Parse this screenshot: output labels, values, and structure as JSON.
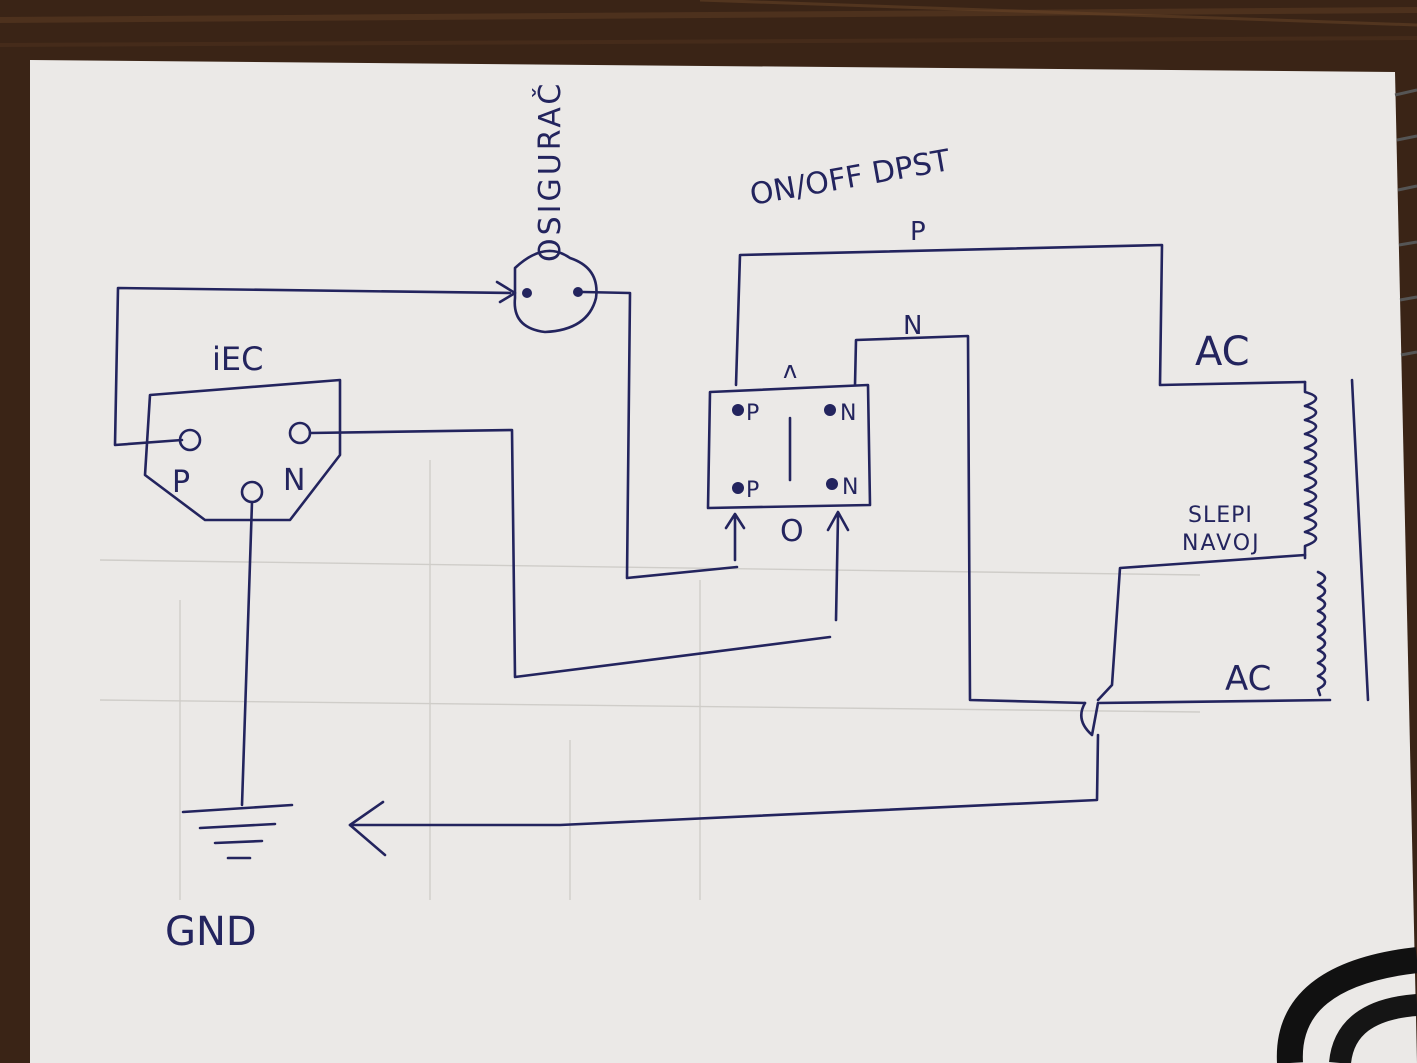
{
  "labels": {
    "fuse": "OSIGURAČ",
    "switch_title": "ON/OFF DPST",
    "iec": "iEC",
    "iec_p": "P",
    "iec_n": "N",
    "wire_p": "P",
    "wire_n": "N",
    "switch_on_mark": "ʌ",
    "switch_off_mark": "O",
    "terminal_p": "P",
    "terminal_n": "N",
    "ac_top": "AC",
    "ac_bottom": "AC",
    "dummy_winding_1": "SLEPI",
    "dummy_winding_2": "NAVOJ",
    "ground": "GND"
  },
  "colors": {
    "ink": "#23245e",
    "paper": "#ebe9e7",
    "desk": "#3a2416"
  }
}
